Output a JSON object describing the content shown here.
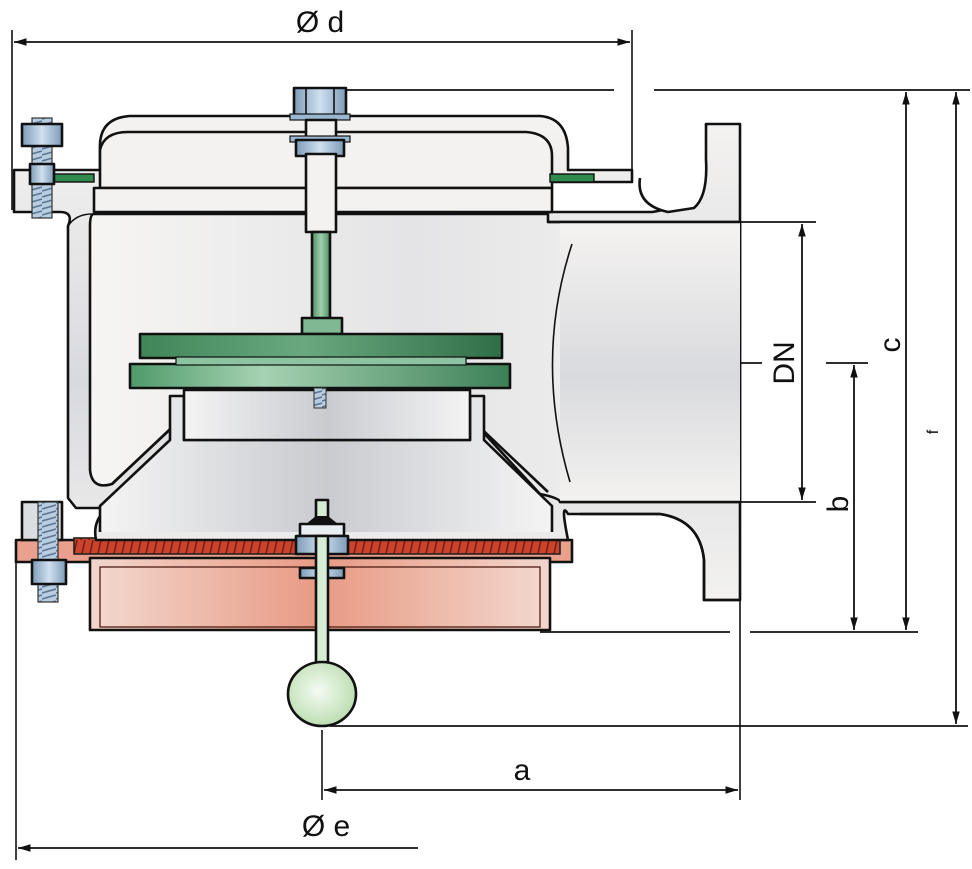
{
  "diagram": {
    "subject": "Float-operated vent / check valve, cross-section with dimension callouts",
    "dimensions": {
      "d": {
        "label": "Ø d",
        "meaning": "upper flange diameter"
      },
      "e": {
        "label": "Ø e",
        "meaning": "lower flange diameter"
      },
      "a": {
        "label": "a",
        "meaning": "float axis to outlet flange face"
      },
      "b": {
        "label": "b",
        "meaning": "base to outlet centre line"
      },
      "c": {
        "label": "c",
        "meaning": "overall body height"
      },
      "f": {
        "label": "f",
        "meaning": "overall height incl. float"
      },
      "dn": {
        "label": "DN",
        "meaning": "nominal outlet bore"
      }
    },
    "components": [
      "upper cover flange",
      "cover bolt and nut",
      "flange studs with nuts",
      "green gaskets",
      "valve body",
      "green valve disc (two-part)",
      "guide stem",
      "valve seat ring",
      "outlet flange",
      "red perforated screen / mesh",
      "red lower flange housing",
      "float rod",
      "spherical float"
    ],
    "colors": {
      "body": "#dcdde0",
      "body_light": "#f1f0ef",
      "disc": "#4f9a6a",
      "disc_dark": "#2f6e47",
      "gasket": "#2e8b4d",
      "bolt": "#a9c3dc",
      "mesh": "#c9442d",
      "lower_housing": "#e9a08c",
      "float": "#cfe6c6"
    }
  }
}
